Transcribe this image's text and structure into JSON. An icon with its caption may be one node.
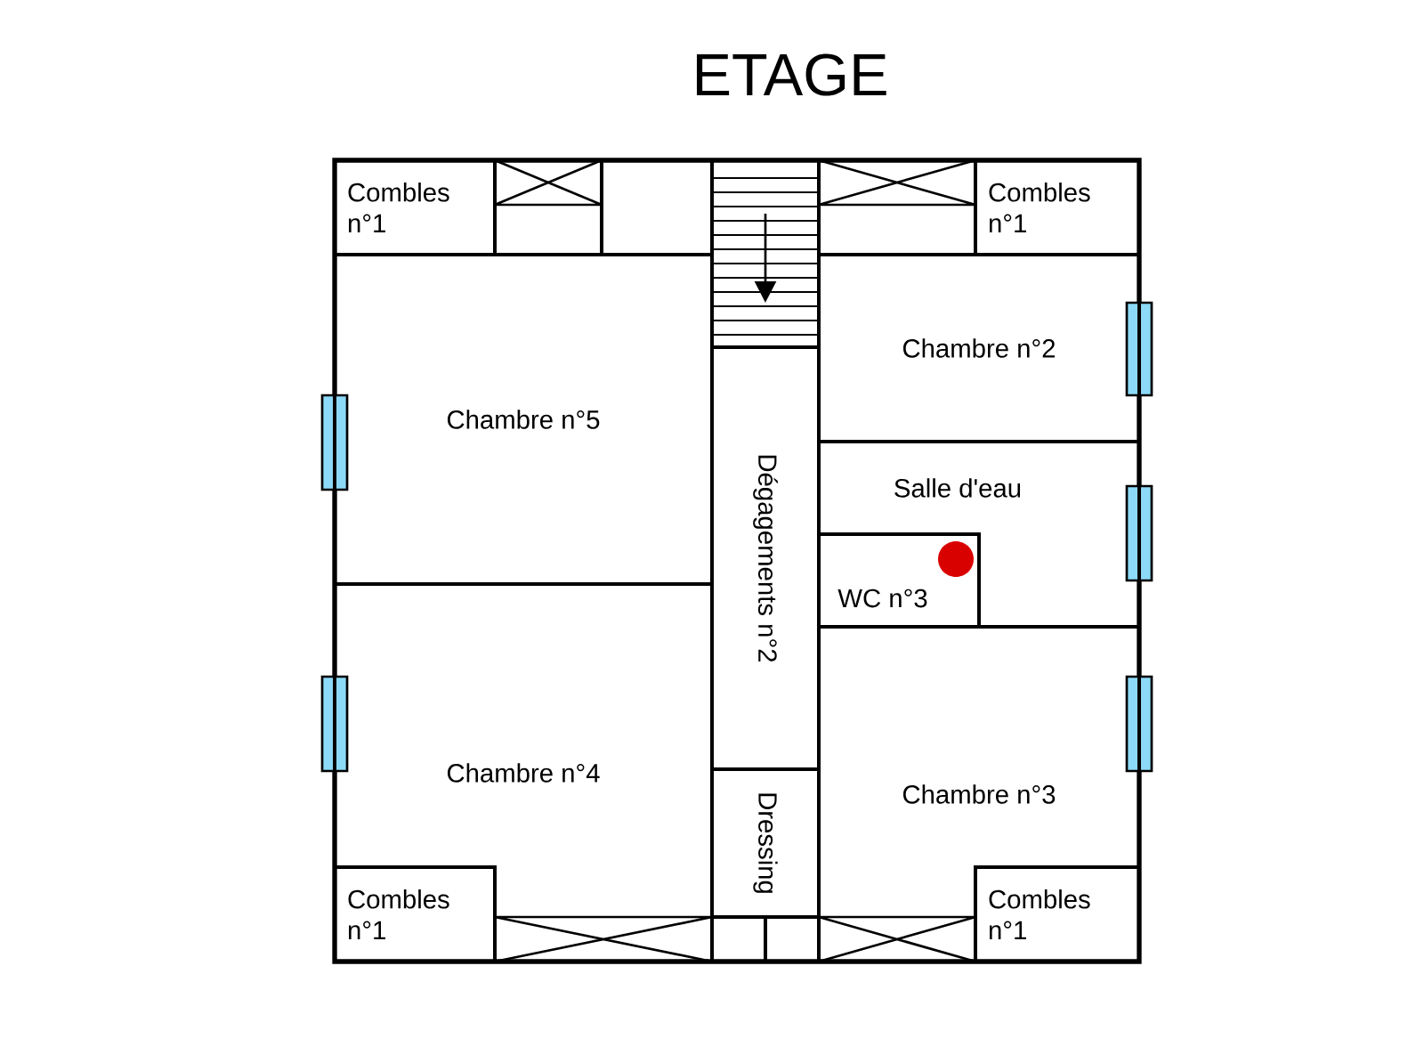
{
  "diagram": {
    "title": "ETAGE",
    "nodes": [
      {
        "text": [
          "Combles n°1"
        ]
      },
      {
        "text": [
          "Combles n°1"
        ]
      },
      {
        "text": [
          "Chambre n°2"
        ]
      },
      {
        "text": [
          "Chambre n°5"
        ]
      },
      {
        "text": [
          "Dégagements n°2"
        ]
      },
      {
        "text": [
          "Salle d'eau"
        ]
      },
      {
        "text": [
          "WC n°3"
        ],
        "in": 5
      },
      {
        "text": [
          "Chambre n°3"
        ]
      },
      {
        "text": [
          "Chambre n°4"
        ]
      },
      {
        "text": [
          "Dressing"
        ]
      },
      {
        "text": [
          "Combles n°1"
        ],
        "in": 8
      },
      {
        "text": [
          "Combles n°1"
        ],
        "in": 7
      }
    ]
  }
}
